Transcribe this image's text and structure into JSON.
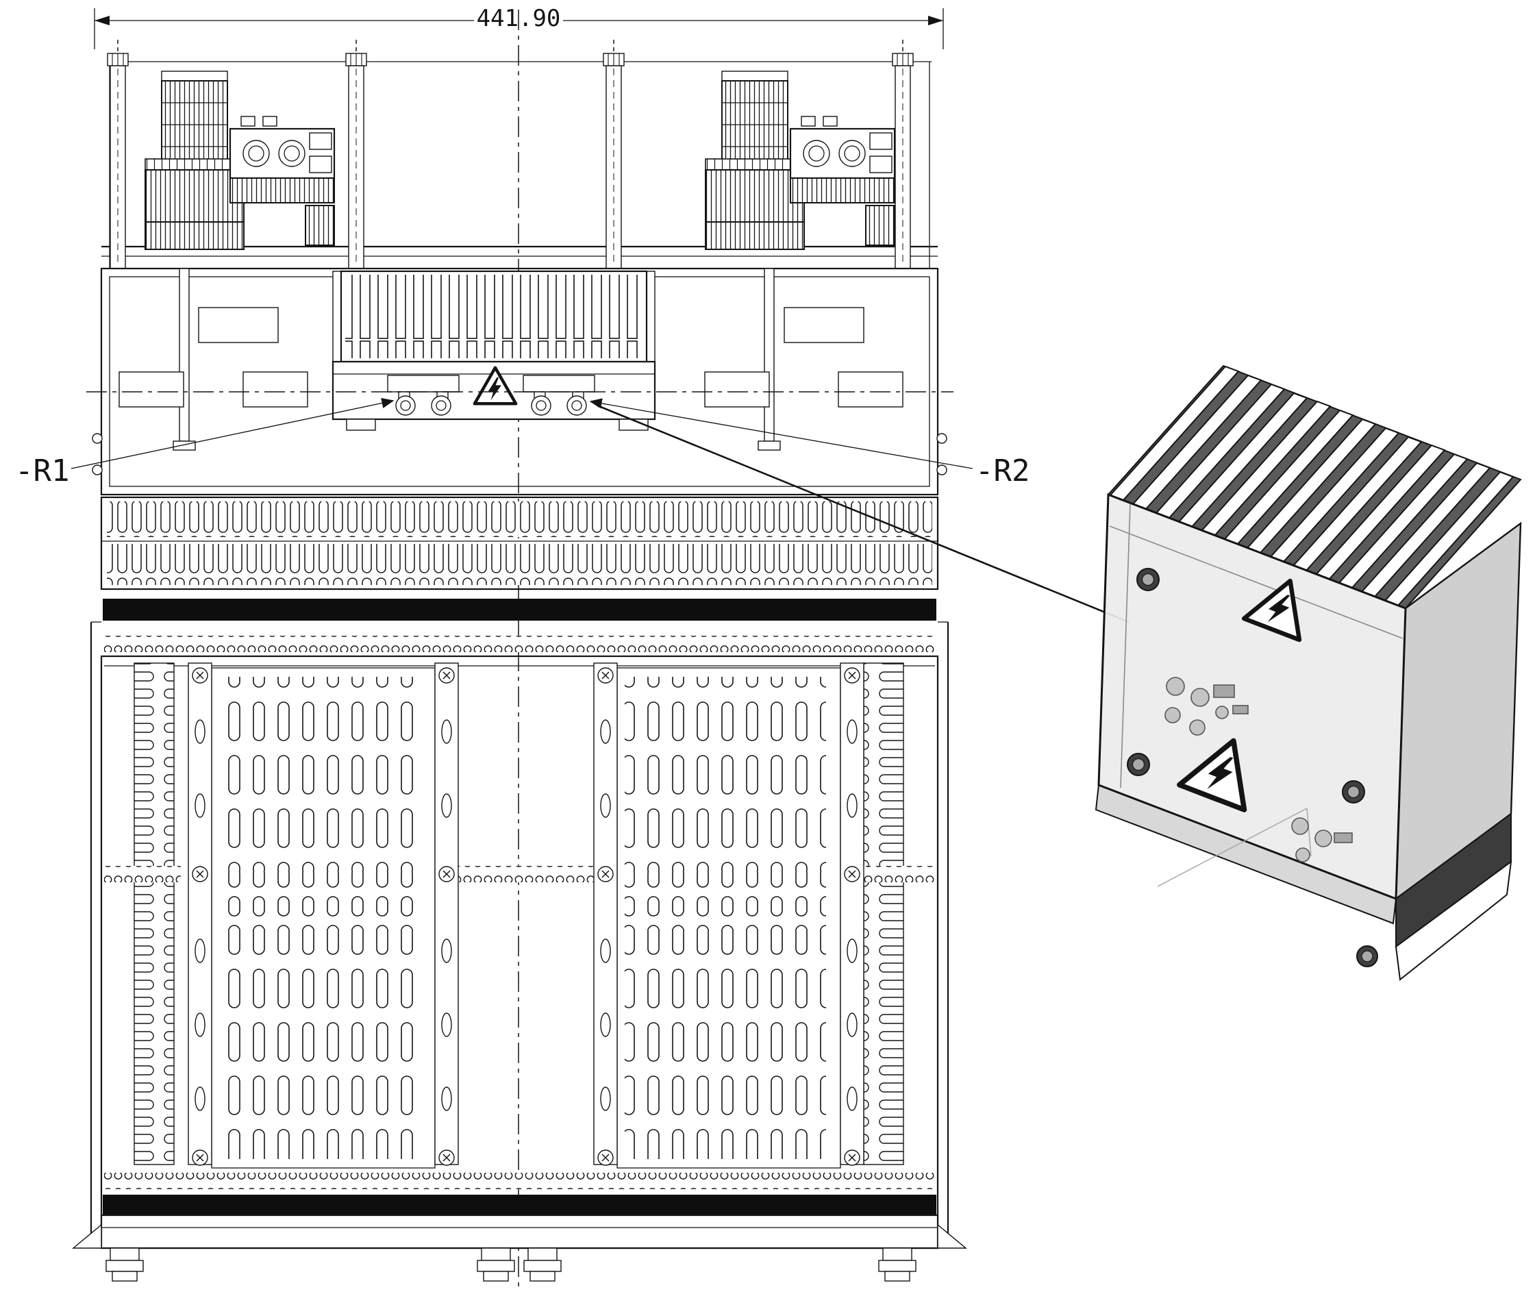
{
  "drawing": {
    "dimension": {
      "value": "441.90"
    },
    "labels": {
      "r1": "-R1",
      "r2": "-R2"
    },
    "views": {
      "front": "front-view-resistor-cabinet",
      "detail": "isometric-resistor-module"
    },
    "icons": {
      "warning": "high-voltage-warning-triangle"
    },
    "colors": {
      "line": "#141414",
      "band": "#0e0e0e",
      "side_panel_dark": "#3c3c3c",
      "fin_shadow": "#5a5a5a",
      "plate_gray": "#ececec"
    }
  }
}
